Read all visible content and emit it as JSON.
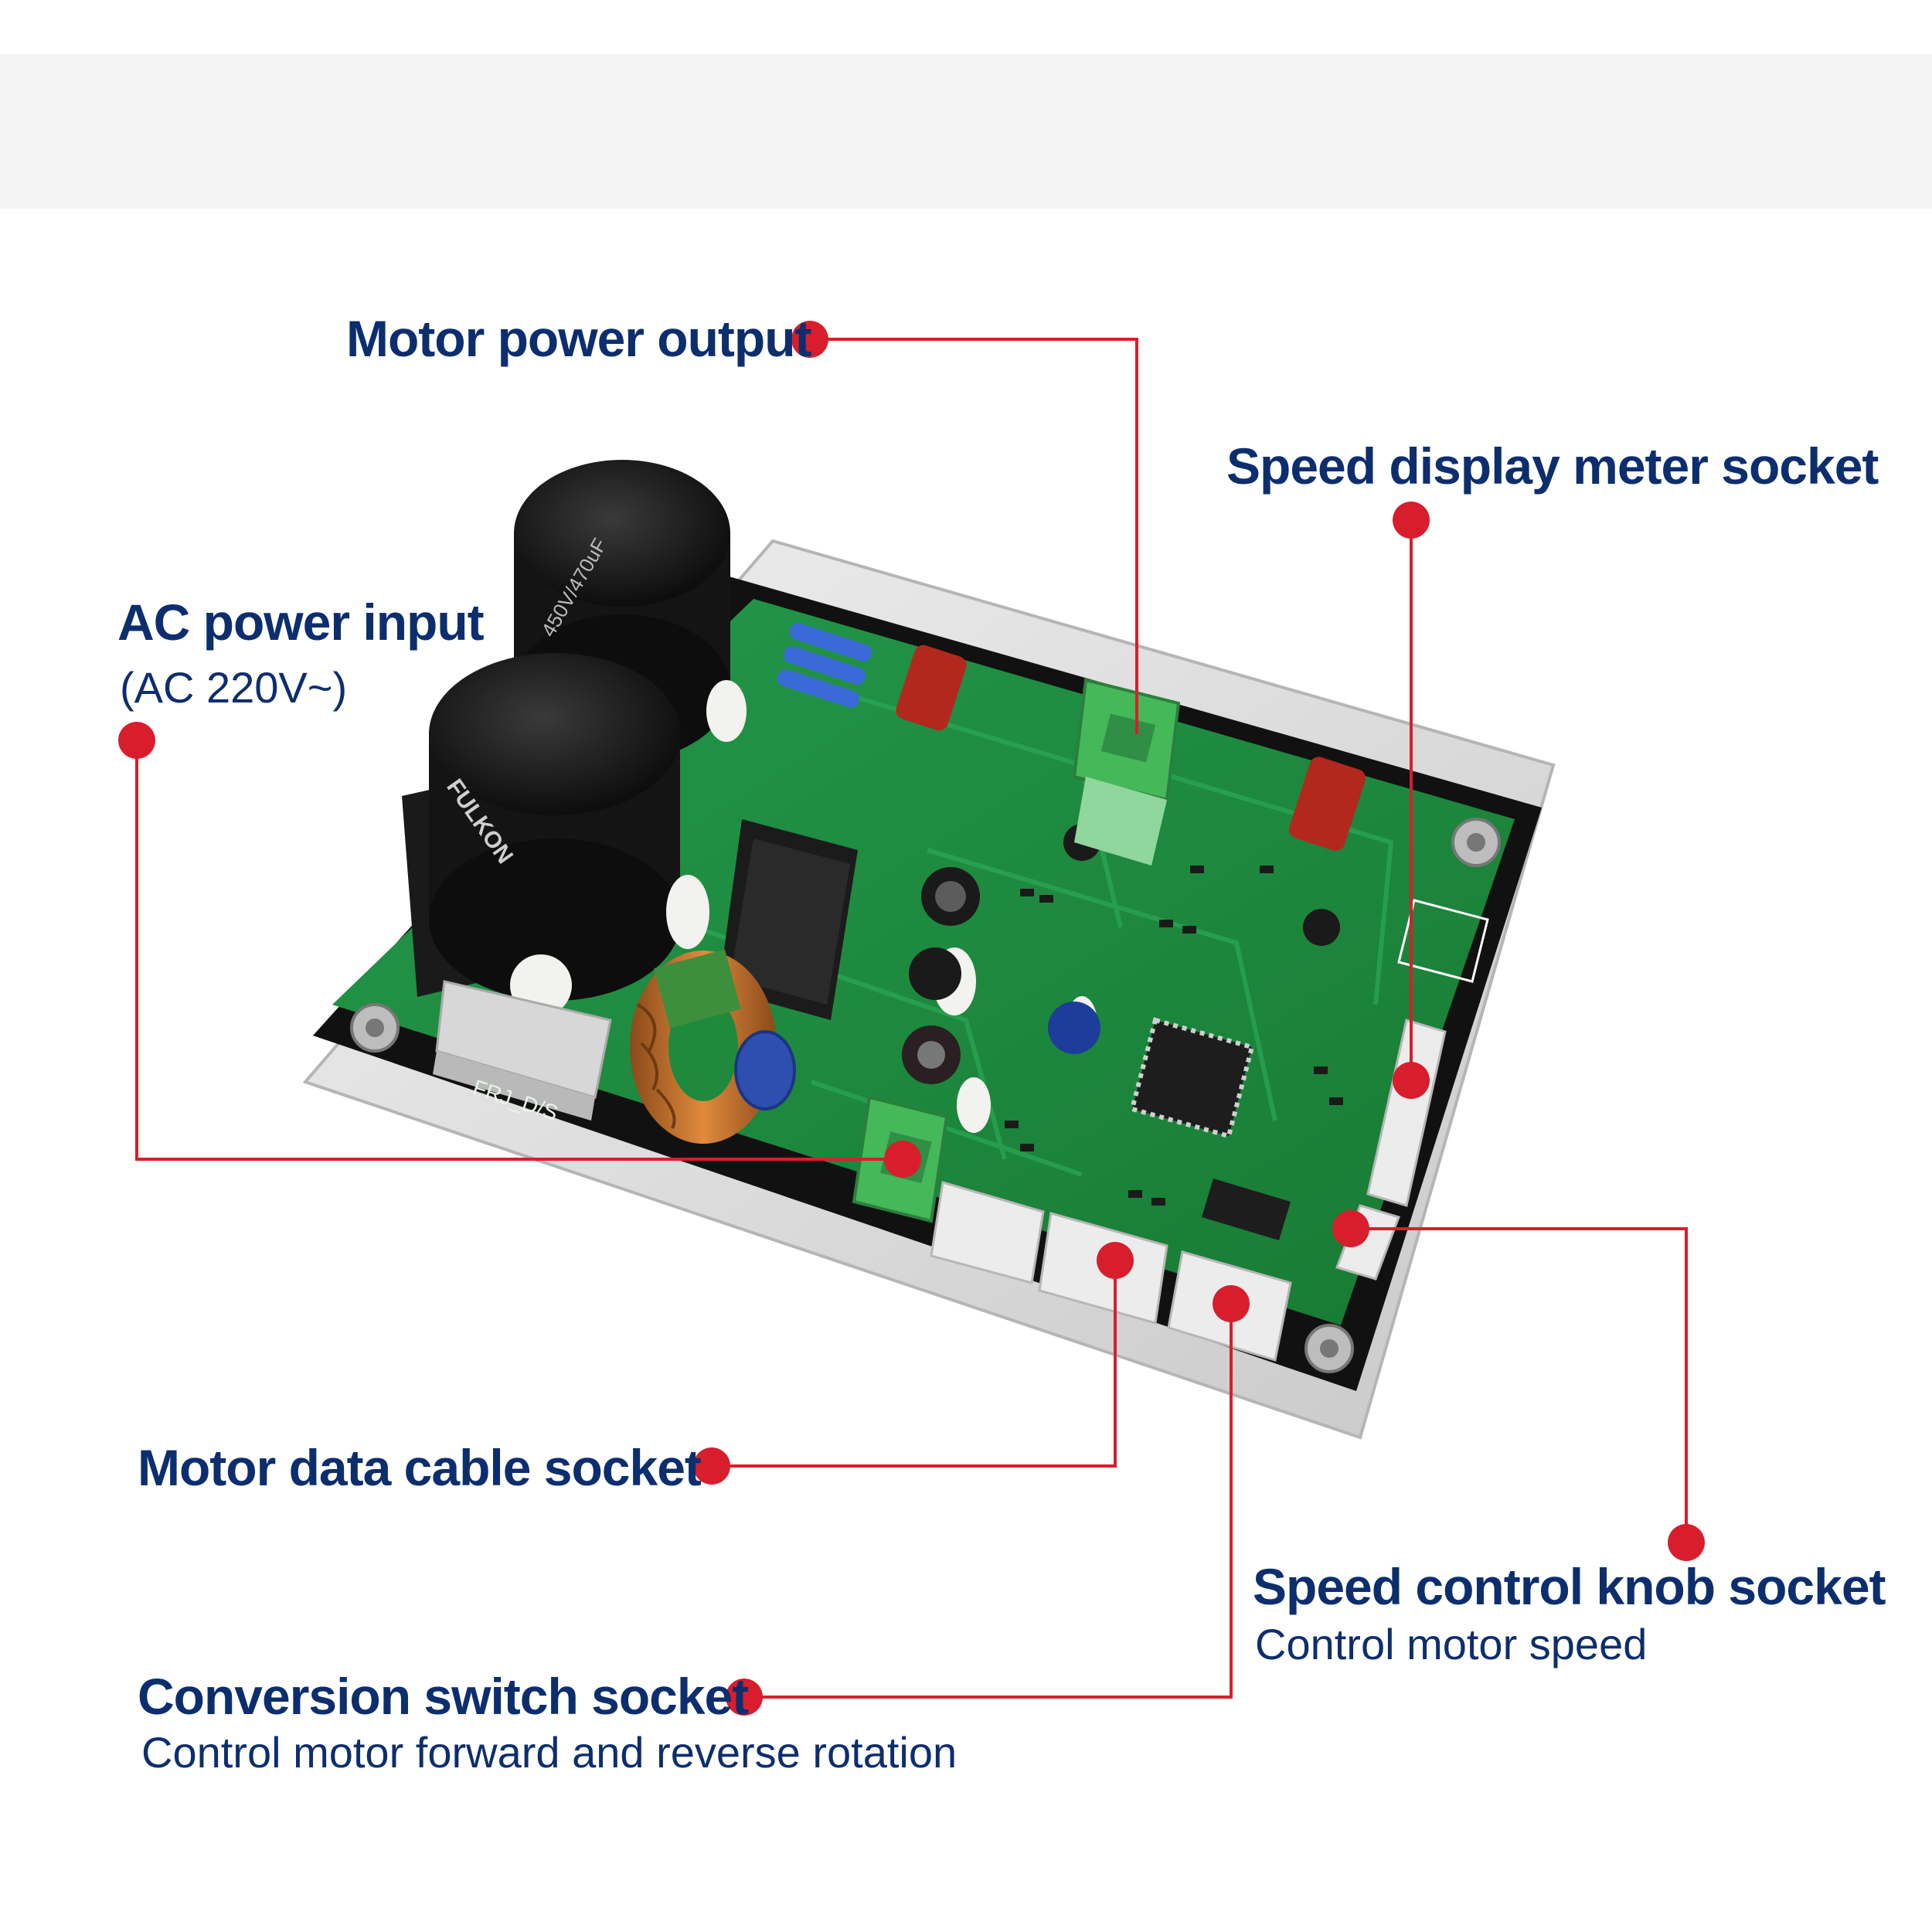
{
  "colors": {
    "label_text": "#0d2e6e",
    "leader_line": "#d81e2c",
    "pcb_green": "#1f8a3c",
    "heatsink": "#dcdcdc",
    "connector_green": "#45b85a"
  },
  "pcb": {
    "silkscreen": "FRJ_D/S",
    "capacitor_brand": "FULKON",
    "capacitor_rating": "450V/470uF"
  },
  "callouts": {
    "motor_power_output": {
      "title": "Motor power output"
    },
    "speed_display_meter_socket": {
      "title": "Speed display meter socket"
    },
    "ac_power_input": {
      "title": "AC power input",
      "subtitle": "(AC 220V~)"
    },
    "motor_data_cable_socket": {
      "title": "Motor data cable socket"
    },
    "speed_control_knob_socket": {
      "title": "Speed control knob socket",
      "subtitle": "Control motor speed"
    },
    "conversion_switch_socket": {
      "title": "Conversion switch socket",
      "subtitle": "Control motor forward and reverse rotation"
    }
  }
}
